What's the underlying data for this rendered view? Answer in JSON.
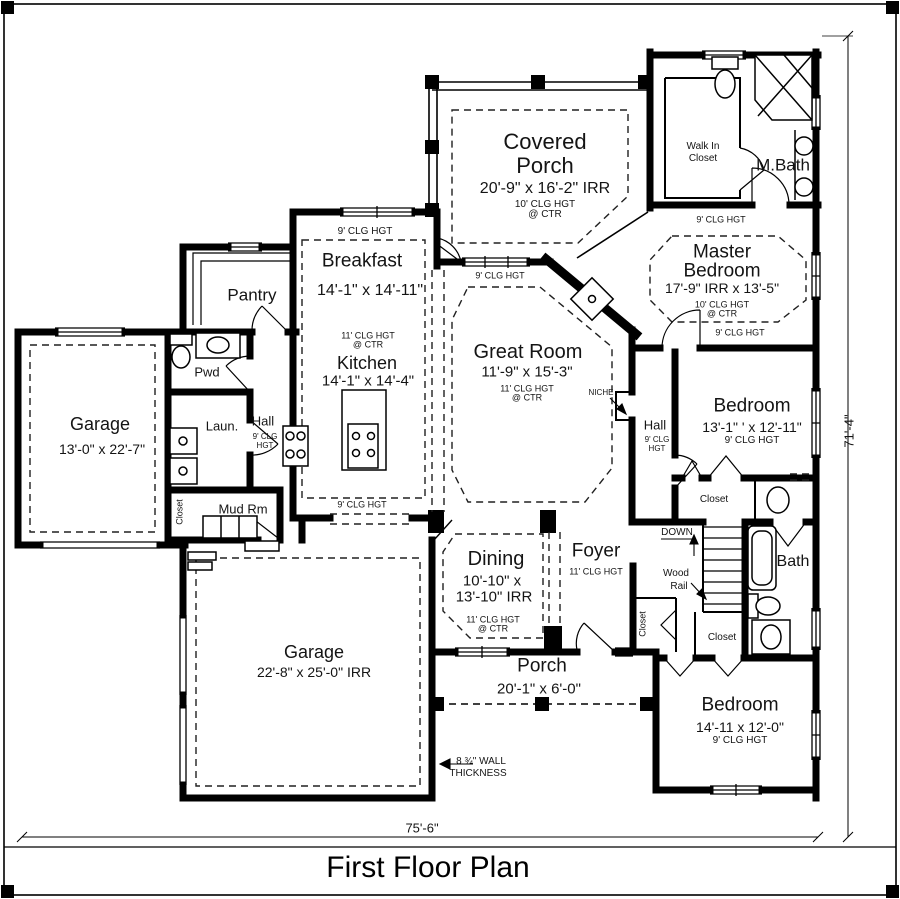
{
  "frame": {
    "title": "First Floor Plan",
    "dim_width": "75'-6\"",
    "dim_height": "71'-4\"",
    "wall_note_line1": "8 ¾\" WALL",
    "wall_note_line2": "THICKNESS"
  },
  "rooms": {
    "covered_porch": {
      "line1": "Covered",
      "line2": "Porch",
      "dims": "20'-9\" x 16'-2\" IRR",
      "ceiling1": "10' CLG HGT",
      "ceiling2": "@ CTR"
    },
    "walk_in_closet": {
      "line1": "Walk In",
      "line2": "Closet"
    },
    "master_bath": {
      "name": "M.Bath"
    },
    "master_suite": {
      "ceiling": "9' CLG HGT"
    },
    "master_bedroom": {
      "line1": "Master",
      "line2": "Bedroom",
      "dims": "17'-9\" IRR x 13'-5\"",
      "ceiling1": "10' CLG HGT",
      "ceiling2": "@ CTR",
      "ceiling_outer": "9' CLG HGT"
    },
    "breakfast": {
      "ceiling": "9' CLG HGT",
      "name": "Breakfast",
      "dims": "14'-1\" x 14'-11\""
    },
    "pantry": {
      "name": "Pantry"
    },
    "kitchen": {
      "ceiling1": "11' CLG HGT",
      "ceiling2": "@ CTR",
      "name": "Kitchen",
      "dims": "14'-1\" x 14'-4\"",
      "ceiling_south": "9' CLG HGT"
    },
    "great_room": {
      "ceiling_north": "9' CLG HGT",
      "name": "Great Room",
      "dims": "11'-9\" x 15'-3\"",
      "ceiling1": "11' CLG HGT",
      "ceiling2": "@ CTR",
      "niche": "NICHE"
    },
    "garage_left": {
      "name": "Garage",
      "dims": "13'-0\" x 22'-7\""
    },
    "powder": {
      "name": "Pwd"
    },
    "laundry": {
      "name": "Laun."
    },
    "hall_left": {
      "name": "Hall",
      "ceiling1": "9' CLG",
      "ceiling2": "HGT"
    },
    "hall_right": {
      "name": "Hall",
      "ceiling1": "9' CLG",
      "ceiling2": "HGT"
    },
    "bedroom_mid": {
      "name": "Bedroom",
      "dims": "13'-1\" ' x 12'-11\"",
      "ceiling": "9' CLG HGT",
      "closet": "Closet"
    },
    "stairs": {
      "down": "DOWN",
      "rail1": "Wood",
      "rail2": "Rail",
      "closet": "Closet"
    },
    "bath": {
      "name": "Bath"
    },
    "foyer": {
      "name": "Foyer",
      "ceiling": "11' CLG HGT",
      "closet": "Closet"
    },
    "mud_room": {
      "name": "Mud Rm",
      "closet": "Closet"
    },
    "dining": {
      "name": "Dining",
      "dims1": "10'-10\" x",
      "dims2": "13'-10\" IRR",
      "ceiling1": "11' CLG HGT",
      "ceiling2": "@ CTR"
    },
    "porch": {
      "name": "Porch",
      "dims": "20'-1\" x 6'-0\""
    },
    "garage_bottom": {
      "name": "Garage",
      "dims": "22'-8\" x 25'-0\" IRR"
    },
    "bedroom_bottom": {
      "name": "Bedroom",
      "dims": "14'-11 x 12'-0\"",
      "ceiling": "9' CLG HGT"
    }
  }
}
